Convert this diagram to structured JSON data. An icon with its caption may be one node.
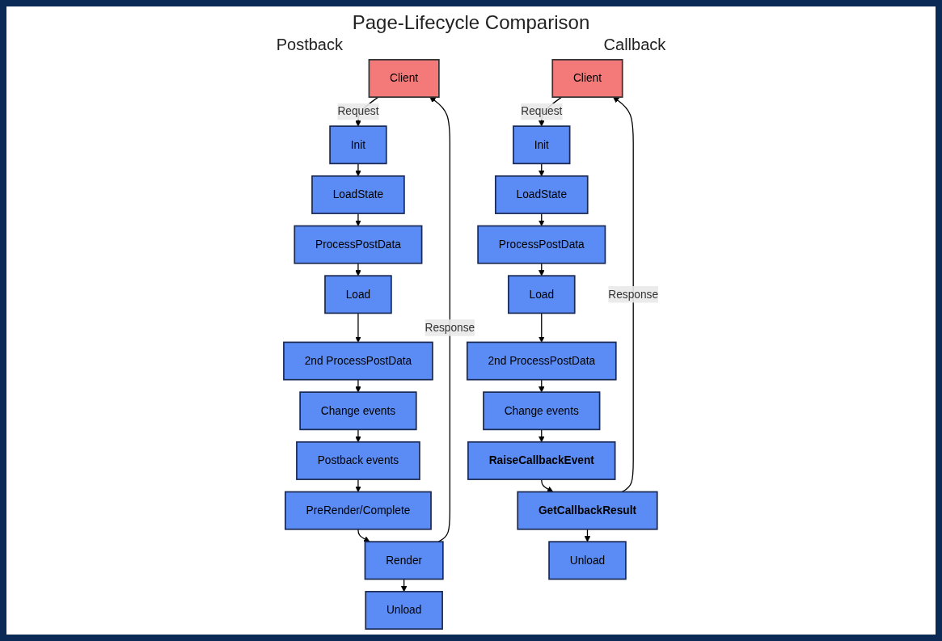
{
  "diagram": {
    "title": "Page-Lifecycle Comparison",
    "nodes": [
      {
        "text": [
          "Client"
        ]
      },
      {
        "text": [
          "Init"
        ]
      },
      {
        "text": [
          "LoadState"
        ]
      },
      {
        "text": [
          "ProcessPostData"
        ]
      },
      {
        "text": [
          "Load"
        ]
      },
      {
        "text": [
          "2nd ProcessPostData"
        ]
      },
      {
        "text": [
          "Change events"
        ]
      },
      {
        "text": [
          "Postback events"
        ]
      },
      {
        "text": [
          "PreRender/Complete"
        ]
      },
      {
        "text": [
          "Render"
        ]
      },
      {
        "text": [
          "Unload"
        ]
      },
      {
        "text": [
          "Client"
        ]
      },
      {
        "text": [
          "Init"
        ]
      },
      {
        "text": [
          "LoadState"
        ]
      },
      {
        "text": [
          "ProcessPostData"
        ]
      },
      {
        "text": [
          "Load"
        ]
      },
      {
        "text": [
          "2nd ProcessPostData"
        ]
      },
      {
        "text": [
          "Change events"
        ]
      },
      {
        "text": [
          "RaiseCallbackEvent"
        ]
      },
      {
        "text": [
          "GetCallbackResult"
        ]
      },
      {
        "text": [
          "Unload"
        ]
      }
    ],
    "edges": [
      {
        "from": 0,
        "to": 1,
        "arrow": "to",
        "label": "Request"
      },
      {
        "from": 1,
        "to": 2,
        "arrow": "to"
      },
      {
        "from": 2,
        "to": 3,
        "arrow": "to"
      },
      {
        "from": 3,
        "to": 4,
        "arrow": "to"
      },
      {
        "from": 4,
        "to": 5,
        "arrow": "to"
      },
      {
        "from": 5,
        "to": 6,
        "arrow": "to"
      },
      {
        "from": 6,
        "to": 7,
        "arrow": "to"
      },
      {
        "from": 7,
        "to": 8,
        "arrow": "to"
      },
      {
        "from": 8,
        "to": 9,
        "arrow": "to"
      },
      {
        "from": 9,
        "to": 10,
        "arrow": "to"
      },
      {
        "from": 9,
        "to": 0,
        "arrow": "to",
        "label": "Response"
      },
      {
        "from": 11,
        "to": 12,
        "arrow": "to",
        "label": "Request"
      },
      {
        "from": 12,
        "to": 13,
        "arrow": "to"
      },
      {
        "from": 13,
        "to": 14,
        "arrow": "to"
      },
      {
        "from": 14,
        "to": 15,
        "arrow": "to"
      },
      {
        "from": 15,
        "to": 16,
        "arrow": "to"
      },
      {
        "from": 16,
        "to": 17,
        "arrow": "to"
      },
      {
        "from": 17,
        "to": 18,
        "arrow": "to"
      },
      {
        "from": 18,
        "to": 19,
        "arrow": "to"
      },
      {
        "from": 19,
        "to": 20,
        "arrow": "to"
      },
      {
        "from": 19,
        "to": 11,
        "arrow": "to",
        "label": "Response"
      }
    ],
    "labels": [
      "Postback",
      "Callback"
    ]
  }
}
